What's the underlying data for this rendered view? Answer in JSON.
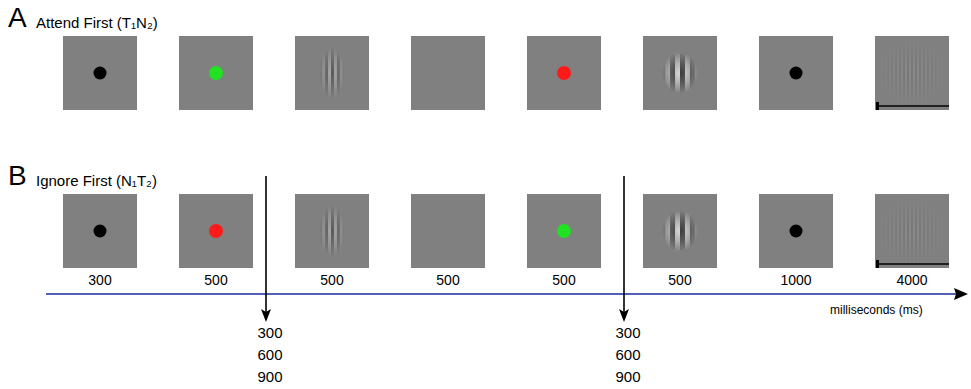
{
  "diagram": {
    "labels": [
      "A",
      "Attend First (T₁N₂)",
      "B",
      "Ignore First (N₁T₂)",
      "300",
      "500",
      "500",
      "500",
      "500",
      "500",
      "1000",
      "4000",
      "300",
      "600",
      "900",
      "300",
      "600",
      "900",
      "milliseconds (ms)"
    ]
  }
}
